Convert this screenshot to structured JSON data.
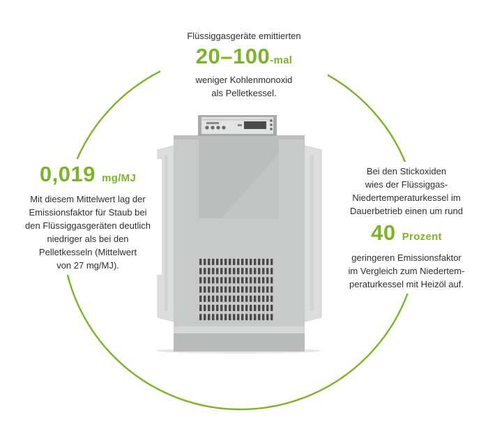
{
  "top": {
    "line1": "Flüssiggasgeräte emittierten",
    "figure": "20–100",
    "figure_unit": "-mal",
    "line2": "weniger Kohlenmonoxid",
    "line3": "als Pelletkessel."
  },
  "left": {
    "figure": "0,019",
    "figure_unit": "mg/MJ",
    "lines": [
      "Mit diesem Mittelwert lag der",
      "Emissionsfaktor für Staub bei",
      "den Flüssiggasgeräten deutlich",
      "niedriger als bei den",
      "Pelletkesseln (Mittelwert",
      "von 27 mg/MJ)."
    ]
  },
  "right": {
    "lines_before": [
      "Bei den Stickoxiden",
      "wies der Flüssiggas-",
      "Niedertemperaturkessel im",
      "Dauerbetrieb einen um rund"
    ],
    "figure": "40",
    "figure_unit": "Prozent",
    "lines_after": [
      "geringeren Emissionsfaktor",
      "im Vergleich zum Niedertem-",
      "peraturkessel mit Heizöl auf."
    ]
  },
  "colors": {
    "accent": "#7cb428",
    "appliance_body": "#c9cbcb",
    "appliance_dark": "#4a4a4a"
  },
  "icons": {
    "appliance": "gas-boiler-illustration"
  }
}
